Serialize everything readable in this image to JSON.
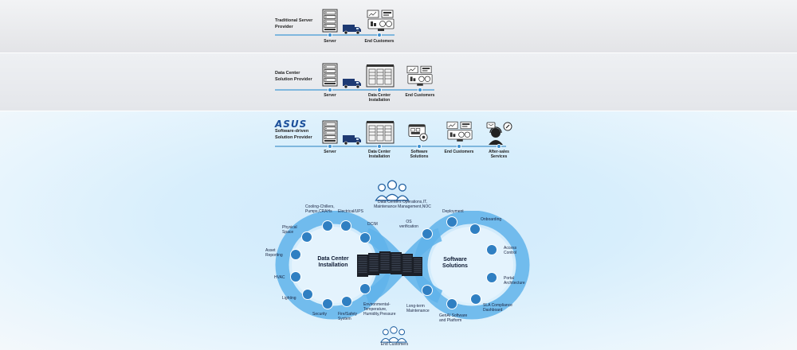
{
  "rows": [
    {
      "title_line1": "Traditional Server",
      "title_line2": "Provider",
      "stages": [
        "Server",
        "End Customers"
      ]
    },
    {
      "title_line1": "Data Center",
      "title_line2": "Solution Provider",
      "stages": [
        "Server",
        "Data Center Installation",
        "End Customers"
      ]
    },
    {
      "logo": "ASUS",
      "title_line1": "Software-driven",
      "title_line2": "Solution Provider",
      "stages": [
        "Server",
        "Data Center Installation",
        "Software Solutions",
        "End Customers",
        "After-sales Services"
      ]
    }
  ],
  "stage_labels": {
    "r1_server": "Server",
    "r1_end": "End Customers",
    "r2_server": "Server",
    "r2_dc_1": "Data Center",
    "r2_dc_2": "Installation",
    "r2_end": "End Customers",
    "r3_server": "Server",
    "r3_dc_1": "Data Center",
    "r3_dc_2": "Installation",
    "r3_sw_1": "Software",
    "r3_sw_2": "Solutions",
    "r3_end": "End Customers",
    "r3_as_1": "After-sales",
    "r3_as_2": "Services"
  },
  "infinity": {
    "left_center_1": "Data Center",
    "left_center_2": "Installation",
    "right_center_1": "Software",
    "right_center_2": "Solutions",
    "top_label_1": "Data Centers Operations,IT,",
    "top_label_2": "Maintenance Management,NOC",
    "bottom_label": "End Customers",
    "left_items": {
      "cooling_1": "Cooling-Chillers,",
      "cooling_2": "Pumps,CRAHs",
      "electrical": "Electrical/UPS",
      "dcim": "DCIM",
      "physical_1": "Physical",
      "physical_2": "Space",
      "asset_1": "Asset",
      "asset_2": "Reporting",
      "hvac": "HVAC",
      "lighting": "Lighting",
      "security": "Security",
      "fire_1": "Fire/Safety",
      "fire_2": "System",
      "env_1": "Environmental-",
      "env_2": "Temperature,",
      "env_3": "Humidity,Pressure"
    },
    "right_items": {
      "os_1": "OS",
      "os_2": "verification",
      "deployment": "Deployment",
      "onboarding": "Onboarding",
      "access_1": "Access",
      "access_2": "Control",
      "portal_1": "Portal",
      "portal_2": "Architecture",
      "sla_1": "SLA Compliance",
      "sla_2": "Dashboard",
      "genai_1": "GenAI Software",
      "genai_2": "and Platform",
      "ltm_1": "Long-term",
      "ltm_2": "Maintenance"
    }
  },
  "colors": {
    "accent": "#2f7fc2",
    "line": "#7fb7de",
    "loop": "#5fb3ea",
    "brand": "#1b4f9a"
  },
  "icons": [
    "server-rack-icon",
    "truck-icon",
    "dashboard-monitor-icon",
    "building-icon",
    "software-icon",
    "support-agent-icon",
    "people-group-icon"
  ]
}
